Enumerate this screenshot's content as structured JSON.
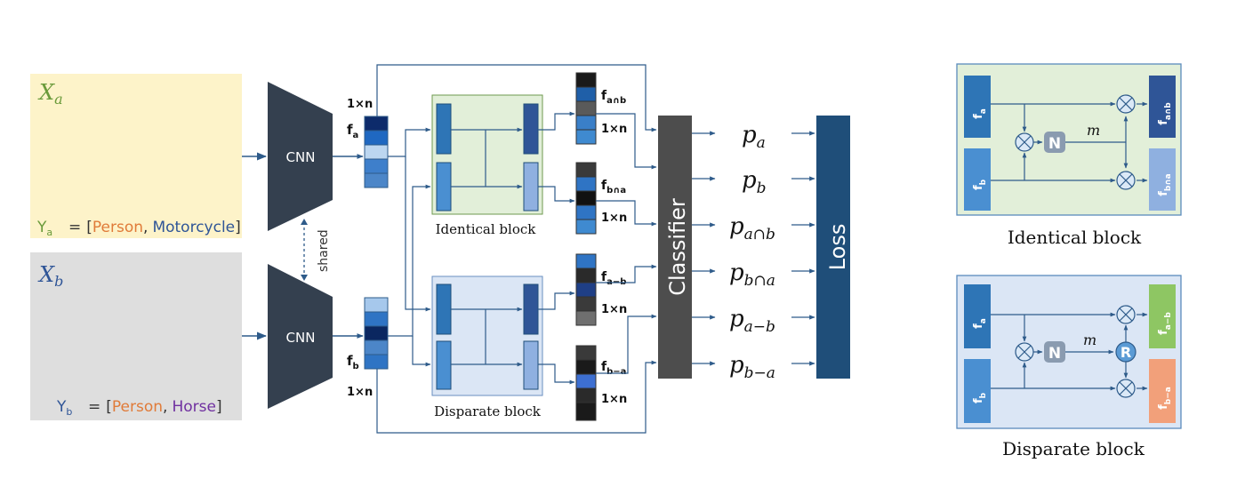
{
  "inputs": {
    "a": {
      "var": "X",
      "sub": "a",
      "label_prefix": "Y",
      "label_sub": "a",
      "eq": "=",
      "open": "[",
      "close": "]",
      "sep": ",",
      "class1": "Person",
      "class2": "Motorcycle"
    },
    "b": {
      "var": "X",
      "sub": "b",
      "label_prefix": "Y",
      "label_sub": "b",
      "eq": "=",
      "open": "[",
      "close": "]",
      "sep": ",",
      "class1": "Person",
      "class2": "Horse"
    }
  },
  "encoder": {
    "top_label": "CNN",
    "bottom_label": "CNN",
    "shared_label": "shared"
  },
  "features": {
    "fa": "f",
    "fa_sub": "a",
    "fb": "f",
    "fb_sub": "b",
    "dim": "1×n",
    "f_and_ab_sub": "a∩b",
    "f_and_ba_sub": "b∩a",
    "f_minus_ab_sub": "a−b",
    "f_minus_ba_sub": "b−a"
  },
  "blocks": {
    "identical": "Identical block",
    "disparate": "Disparate block"
  },
  "classifier_label": "Classifier",
  "loss_label": "Loss",
  "outputs": [
    {
      "p": "p",
      "sub": "a"
    },
    {
      "p": "p",
      "sub": "b"
    },
    {
      "p": "p",
      "sub": "a∩b"
    },
    {
      "p": "p",
      "sub": "b∩a"
    },
    {
      "p": "p",
      "sub": "a−b"
    },
    {
      "p": "p",
      "sub": "b−a"
    }
  ],
  "detail": {
    "identical": {
      "caption": "Identical block",
      "in1": "a",
      "in2": "b",
      "norm": "N",
      "m": "m",
      "out1": "a∩b",
      "out2": "b∩a"
    },
    "disparate": {
      "caption": "Disparate block",
      "in1": "a",
      "in2": "b",
      "norm": "N",
      "m": "m",
      "rev": "R",
      "out1": "a−b",
      "out2": "b−a"
    }
  },
  "colors": {
    "panel_a_bg": "#fdf3c9",
    "panel_b_bg": "#dedede",
    "cnn": "#34404f",
    "arrow": "#2e5b8a",
    "identical_bg": "#e2efd9",
    "disparate_bg": "#dbe6f5",
    "classifier": "#4d4d4d",
    "loss": "#1f4e79",
    "orange": "#e07b39",
    "blue_text": "#2f5597",
    "purple": "#7030a0"
  }
}
